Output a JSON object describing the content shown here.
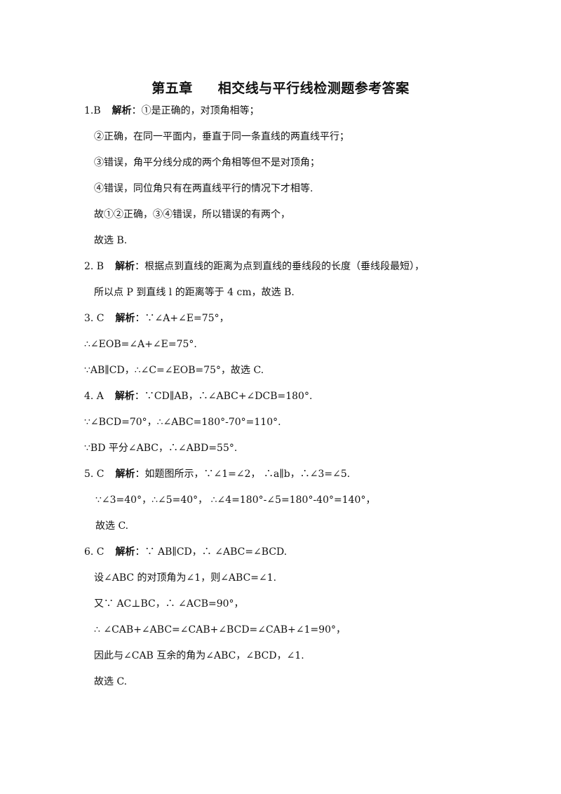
{
  "title": {
    "part1": "第五章",
    "part2": "相交线与平行线检测题参考答案"
  },
  "answers": {
    "q1": {
      "num": "1.B",
      "label": "解析",
      "l1": "：①是正确的，对顶角相等；",
      "l2": "②正确，在同一平面内，垂直于同一条直线的两直线平行；",
      "l3": "③错误，角平分线分成的两个角相等但不是对顶角；",
      "l4": "④错误，同位角只有在两直线平行的情况下才相等.",
      "l5": "故①②正确，③④错误，所以错误的有两个，",
      "l6": "故选 B."
    },
    "q2": {
      "num": "2. B",
      "label": "解析",
      "l1": "：根据点到直线的距离为点到直线的垂线段的长度（垂线段最短），",
      "l2": "所以点 P 到直线 l 的距离等于 4  cm，故选 B."
    },
    "q3": {
      "num": "3. C",
      "label": "解析",
      "l1": "：∵∠A+∠E=75°，",
      "l2": "∴∠EOB=∠A+∠E=75°.",
      "l3": "∵AB∥CD，∴∠C=∠EOB=75°，故选 C."
    },
    "q4": {
      "num": "4. A",
      "label": "解析",
      "l1": "：∵CD∥AB，∴∠ABC+∠DCB=180°.",
      "l2": "∵∠BCD=70°，∴∠ABC=180°-70°=110°.",
      "l3": "∵BD 平分∠ABC，∴∠ABD=55°."
    },
    "q5": {
      "num": "5. C",
      "label": "解析",
      "l1": "：如题图所示，∵∠1=∠2，  ∴a∥b，∴∠3=∠5.",
      "l2": "∵∠3=40°，∴∠5=40°，  ∴∠4=180°-∠5=180°-40°=140°，",
      "l3": "故选 C."
    },
    "q6": {
      "num": "6. C",
      "label": "解析",
      "l1": "：∵ AB∥CD，∴ ∠ABC=∠BCD.",
      "l2": "设∠ABC 的对顶角为∠1，则∠ABC=∠1.",
      "l3": "又∵ AC⊥BC，∴ ∠ACB=90°，",
      "l4": "∴ ∠CAB+∠ABC=∠CAB+∠BCD=∠CAB+∠1=90°，",
      "l5": "因此与∠CAB 互余的角为∠ABC，∠BCD，∠1.",
      "l6": "故选 C."
    }
  }
}
